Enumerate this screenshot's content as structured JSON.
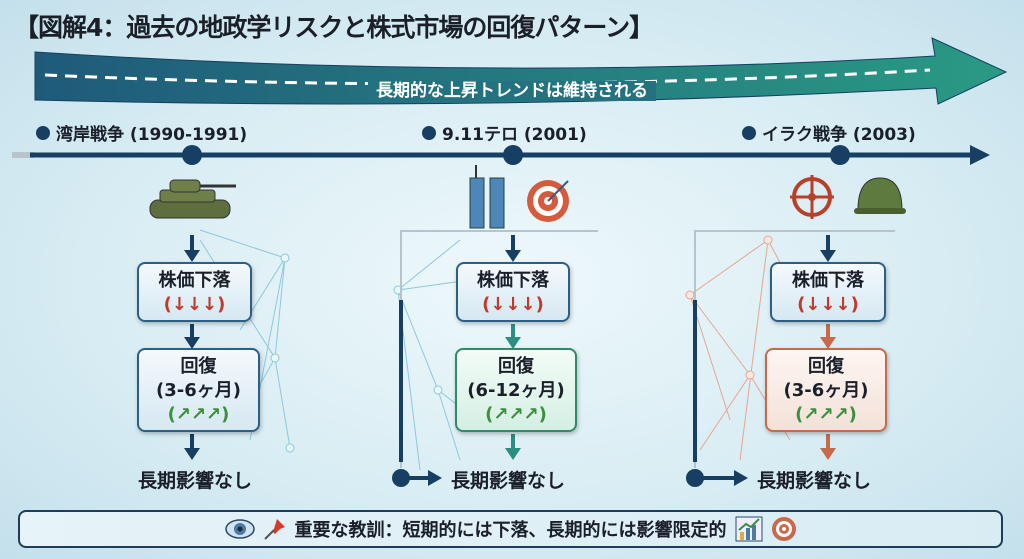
{
  "title": "【図解4：過去の地政学リスクと株式市場の回復パターン】",
  "trend_label": "長期的な上昇トレンドは維持される",
  "events": [
    {
      "label": "湾岸戦争 (1990-1991)",
      "drop_title": "株価下落",
      "drop_arrows": "(↓↓↓)",
      "recovery_title": "回復",
      "recovery_period": "(3-6ヶ月)",
      "recovery_arrows": "(↗↗↗)",
      "result": "長期影響なし",
      "icons": [
        "tank-icon"
      ]
    },
    {
      "label": "9.11テロ (2001)",
      "drop_title": "株価下落",
      "drop_arrows": "(↓↓↓)",
      "recovery_title": "回復",
      "recovery_period": "(6-12ヶ月)",
      "recovery_arrows": "(↗↗↗)",
      "result": "長期影響なし",
      "icons": [
        "twin-towers-icon",
        "target-icon"
      ]
    },
    {
      "label": "イラク戦争 (2003)",
      "drop_title": "株価下落",
      "drop_arrows": "(↓↓↓)",
      "recovery_title": "回復",
      "recovery_period": "(3-6ヶ月)",
      "recovery_arrows": "(↗↗↗)",
      "result": "長期影響なし",
      "icons": [
        "crosshair-icon",
        "helmet-icon"
      ]
    }
  ],
  "banner": {
    "text": "重要な教訓：短期的には下落、長期的には影響限定的",
    "icons": [
      "eye-icon",
      "pin-icon",
      "chart-up-icon",
      "target-icon"
    ]
  },
  "colors": {
    "navy": "#163f63",
    "teal": "#2a8f80",
    "green": "#2f8a6a",
    "orange": "#c8694a",
    "down": "#c0392b",
    "up": "#3c8f3c"
  }
}
